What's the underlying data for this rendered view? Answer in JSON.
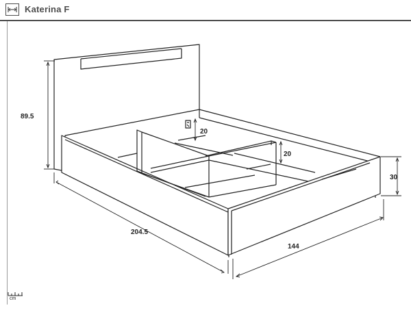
{
  "header": {
    "title": "Katerina F",
    "icon": "dimension-arrows-icon"
  },
  "dimensions": {
    "headboard_height": "89.5",
    "length": "204.5",
    "width": "144",
    "frame_height": "30",
    "box_depth_back": "20",
    "box_depth_front": "20"
  },
  "scale": {
    "unit": "cm",
    "icon": "ruler-icon"
  },
  "colors": {
    "line": "#222222",
    "header": "#4d4d4d"
  }
}
